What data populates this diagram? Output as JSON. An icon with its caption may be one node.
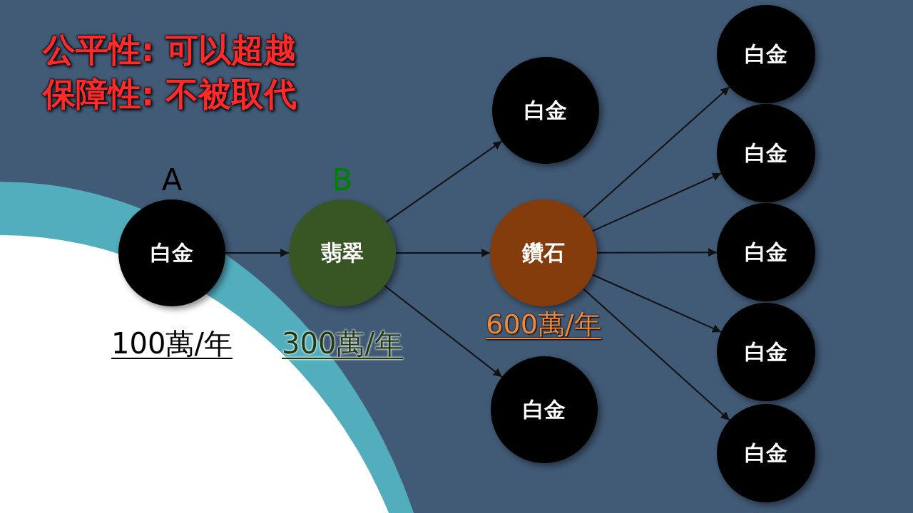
{
  "diagram": {
    "nodes": [
      {
        "text": [
          "白金"
        ],
        "beside": [
          "A",
          "100萬/年"
        ]
      },
      {
        "text": [
          "翡翠"
        ],
        "beside": [
          "B",
          "300萬/年"
        ]
      },
      {
        "text": [
          "白金"
        ]
      },
      {
        "text": [
          "鑽石"
        ],
        "beside": [
          "600萬/年"
        ]
      },
      {
        "text": [
          "白金"
        ]
      },
      {
        "text": [
          "白金"
        ]
      },
      {
        "text": [
          "白金"
        ]
      },
      {
        "text": [
          "白金"
        ]
      },
      {
        "text": [
          "白金"
        ]
      },
      {
        "text": [
          "白金"
        ]
      }
    ],
    "edges": [
      {
        "from": 0,
        "to": 1,
        "arrow": "to"
      },
      {
        "from": 1,
        "to": 2,
        "arrow": "to"
      },
      {
        "from": 1,
        "to": 3,
        "arrow": "to"
      },
      {
        "from": 1,
        "to": 4,
        "arrow": "to"
      },
      {
        "from": 3,
        "to": 5,
        "arrow": "to"
      },
      {
        "from": 3,
        "to": 6,
        "arrow": "to"
      },
      {
        "from": 3,
        "to": 7,
        "arrow": "to"
      },
      {
        "from": 3,
        "to": 8,
        "arrow": "to"
      },
      {
        "from": 3,
        "to": 9,
        "arrow": "to"
      }
    ],
    "labels": [
      "公平性: 可以超越",
      "保障性: 不被取代"
    ]
  }
}
